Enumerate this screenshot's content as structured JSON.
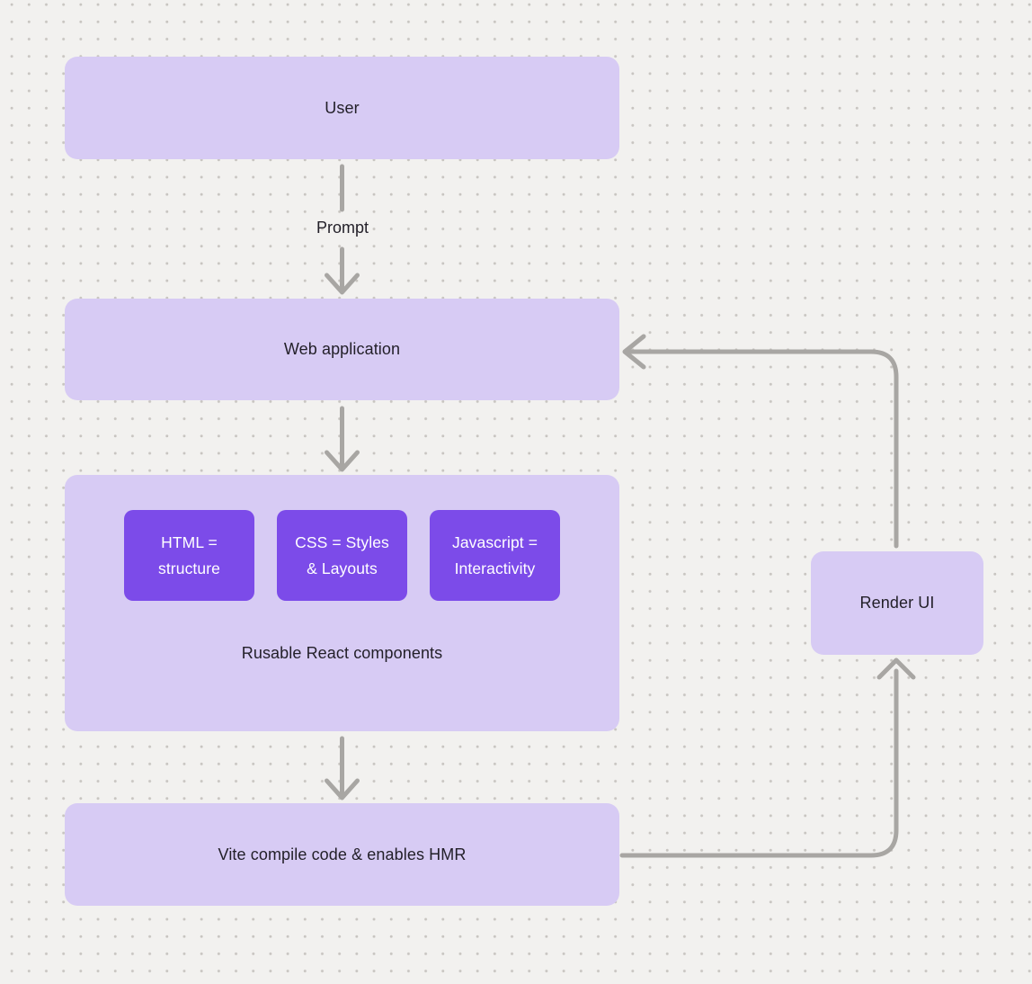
{
  "colors": {
    "canvas_bg": "#f2f1ef",
    "canvas_dot": "#c8c5c1",
    "node_fill": "#d7cbf4",
    "chip_fill": "#7c4be9",
    "connector": "#a8a6a3",
    "text_dark": "#221f28",
    "text_light": "#ffffff"
  },
  "nodes": {
    "user": {
      "label": "User"
    },
    "web_application": {
      "label": "Web application"
    },
    "react_components": {
      "caption": "Rusable React components",
      "chips": [
        {
          "line1": "HTML =",
          "line2": "structure"
        },
        {
          "line1": "CSS = Styles",
          "line2": "& Layouts"
        },
        {
          "line1": "Javascript =",
          "line2": "Interactivity"
        }
      ]
    },
    "vite": {
      "label": "Vite compile code & enables HMR"
    },
    "render_ui": {
      "label": "Render UI"
    }
  },
  "edges": {
    "prompt_label": "Prompt"
  }
}
